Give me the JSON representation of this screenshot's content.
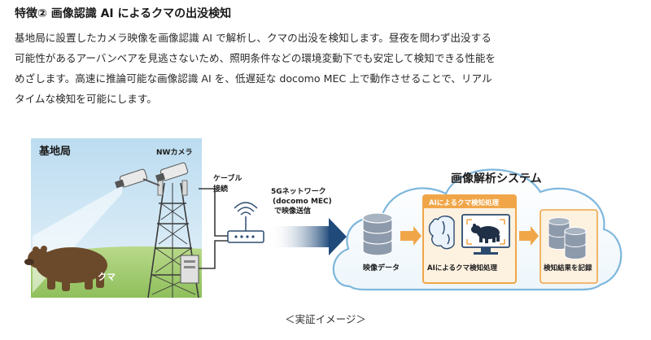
{
  "heading": "特徴② 画像認識 AI によるクマの出没検知",
  "paragraph": {
    "line1": "基地局に設置したカメラ映像を画像認識 AI で解析し、クマの出没を検知します。昼夜を問わず出没する",
    "line2": "可能性があるアーバンベアを見逃さないため、照明条件などの環境変動下でも安定して検知できる性能を",
    "line3": "めざします。高速に推論可能な画像認識 AI を、低遅延な docomo MEC 上で動作させることで、リアル",
    "line4": "タイムな検知を可能にします。"
  },
  "diagram": {
    "site_label": "基地局",
    "camera_label": "NWカメラ",
    "bear_label": "クマ",
    "cable_label_1": "ケーブル",
    "cable_label_2": "接続",
    "network_label_1": "5Gネットワーク",
    "network_label_2": "(docomo MEC)",
    "network_label_3": "で映像送信",
    "system_title": "画像解析システム",
    "ai_box_title": "AIによるクマ検知処理",
    "video_data_label": "映像データ",
    "ai_process_label": "AIによるクマ検知処理",
    "record_label": "検知結果を記録"
  },
  "caption": "＜実証イメージ＞",
  "colors": {
    "sky": "#cfe6f4",
    "ground": "#a9cf7a",
    "arrow": "#1f4a7a",
    "cloud_border": "#7eb7dc",
    "ai_box": "#f0a648",
    "db": "#8d9aab"
  }
}
